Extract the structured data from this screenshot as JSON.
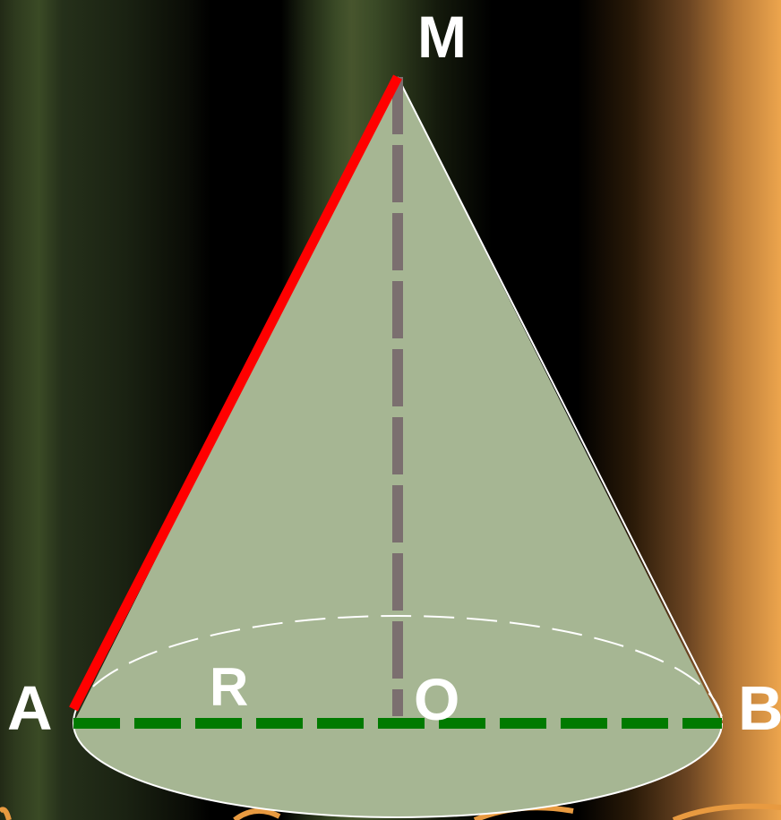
{
  "labels": {
    "apex": "M",
    "left": "A",
    "right": "B",
    "center": "O",
    "radius": "R"
  },
  "colors": {
    "cone_fill": "#a6b693",
    "slant_highlight": "#ff0000",
    "height_line": "#7b6f6f",
    "radius_line": "#007a00",
    "outline": "#ffffff",
    "decor_orange": "#e89a40"
  }
}
